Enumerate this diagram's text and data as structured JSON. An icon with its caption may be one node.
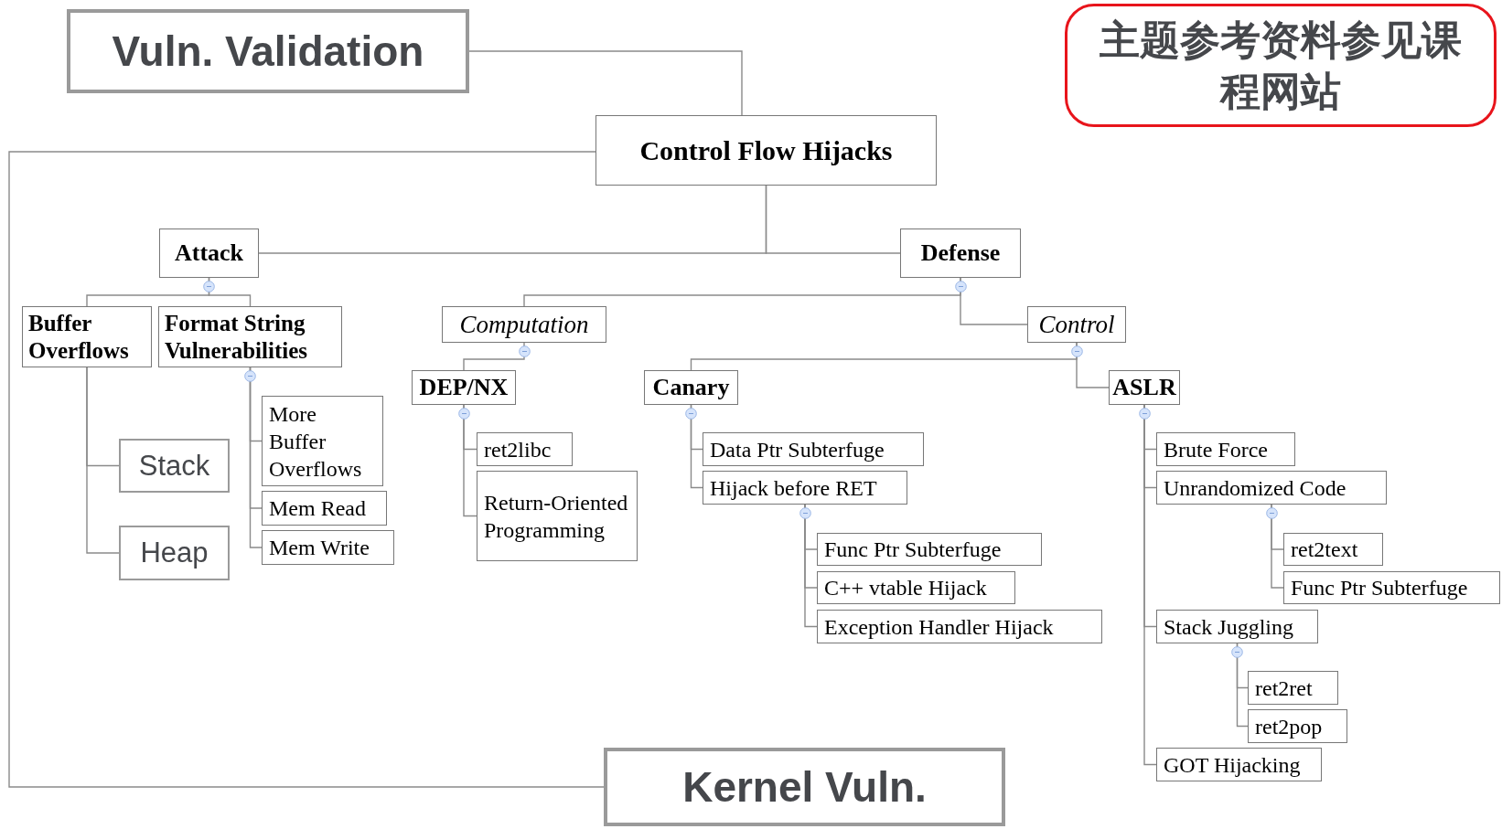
{
  "diagram": {
    "nodes": [
      {
        "text": [
          "Vuln. Validation"
        ]
      },
      {
        "text": [
          "主题参考资料参见课程网站"
        ]
      },
      {
        "text": [
          "Control Flow Hijacks"
        ]
      },
      {
        "text": [
          "Attack"
        ]
      },
      {
        "text": [
          "Defense"
        ]
      },
      {
        "text": [
          "Buffer Overflows"
        ]
      },
      {
        "text": [
          "Format String Vulnerabilities"
        ]
      },
      {
        "text": [
          "Stack"
        ]
      },
      {
        "text": [
          "Heap"
        ]
      },
      {
        "text": [
          "More Buffer Overflows"
        ]
      },
      {
        "text": [
          "Mem Read"
        ]
      },
      {
        "text": [
          "Mem Write"
        ]
      },
      {
        "text": [
          "Computation"
        ]
      },
      {
        "text": [
          "Control"
        ]
      },
      {
        "text": [
          "DEP/NX"
        ]
      },
      {
        "text": [
          "ret2libc"
        ]
      },
      {
        "text": [
          "Return-Oriented Programming"
        ]
      },
      {
        "text": [
          "Canary"
        ]
      },
      {
        "text": [
          "Data Ptr Subterfuge"
        ]
      },
      {
        "text": [
          "Hijack before RET"
        ]
      },
      {
        "text": [
          "Func Ptr Subterfuge"
        ]
      },
      {
        "text": [
          "C++ vtable Hijack"
        ]
      },
      {
        "text": [
          "Exception Handler Hijack"
        ]
      },
      {
        "text": [
          "ASLR"
        ]
      },
      {
        "text": [
          "Brute Force"
        ]
      },
      {
        "text": [
          "Unrandomized Code"
        ]
      },
      {
        "text": [
          "ret2text"
        ]
      },
      {
        "text": [
          "Func Ptr Subterfuge"
        ]
      },
      {
        "text": [
          "Stack Juggling"
        ]
      },
      {
        "text": [
          "ret2ret"
        ]
      },
      {
        "text": [
          "ret2pop"
        ]
      },
      {
        "text": [
          "GOT Hijacking"
        ]
      },
      {
        "text": [
          "Kernel Vuln."
        ]
      }
    ],
    "edges": [
      {
        "from": 0,
        "to": 2,
        "arrow": "none"
      },
      {
        "from": 2,
        "to": 32,
        "arrow": "none"
      },
      {
        "from": 2,
        "to": 3,
        "arrow": "none"
      },
      {
        "from": 2,
        "to": 4,
        "arrow": "none"
      },
      {
        "from": 3,
        "to": 5,
        "arrow": "none"
      },
      {
        "from": 3,
        "to": 6,
        "arrow": "none"
      },
      {
        "from": 5,
        "to": 7,
        "arrow": "none"
      },
      {
        "from": 5,
        "to": 8,
        "arrow": "none"
      },
      {
        "from": 6,
        "to": 9,
        "arrow": "none"
      },
      {
        "from": 6,
        "to": 10,
        "arrow": "none"
      },
      {
        "from": 6,
        "to": 11,
        "arrow": "none"
      },
      {
        "from": 4,
        "to": 12,
        "arrow": "none"
      },
      {
        "from": 4,
        "to": 13,
        "arrow": "none"
      },
      {
        "from": 12,
        "to": 14,
        "arrow": "none"
      },
      {
        "from": 13,
        "to": 17,
        "arrow": "none"
      },
      {
        "from": 13,
        "to": 23,
        "arrow": "none"
      },
      {
        "from": 14,
        "to": 15,
        "arrow": "none"
      },
      {
        "from": 14,
        "to": 16,
        "arrow": "none"
      },
      {
        "from": 17,
        "to": 18,
        "arrow": "none"
      },
      {
        "from": 17,
        "to": 19,
        "arrow": "none"
      },
      {
        "from": 19,
        "to": 20,
        "arrow": "none"
      },
      {
        "from": 19,
        "to": 21,
        "arrow": "none"
      },
      {
        "from": 19,
        "to": 22,
        "arrow": "none"
      },
      {
        "from": 23,
        "to": 24,
        "arrow": "none"
      },
      {
        "from": 23,
        "to": 25,
        "arrow": "none"
      },
      {
        "from": 23,
        "to": 28,
        "arrow": "none"
      },
      {
        "from": 23,
        "to": 31,
        "arrow": "none"
      },
      {
        "from": 25,
        "to": 26,
        "arrow": "none"
      },
      {
        "from": 25,
        "to": 27,
        "arrow": "none"
      },
      {
        "from": 28,
        "to": 29,
        "arrow": "none"
      },
      {
        "from": 28,
        "to": 30,
        "arrow": "none"
      }
    ]
  }
}
